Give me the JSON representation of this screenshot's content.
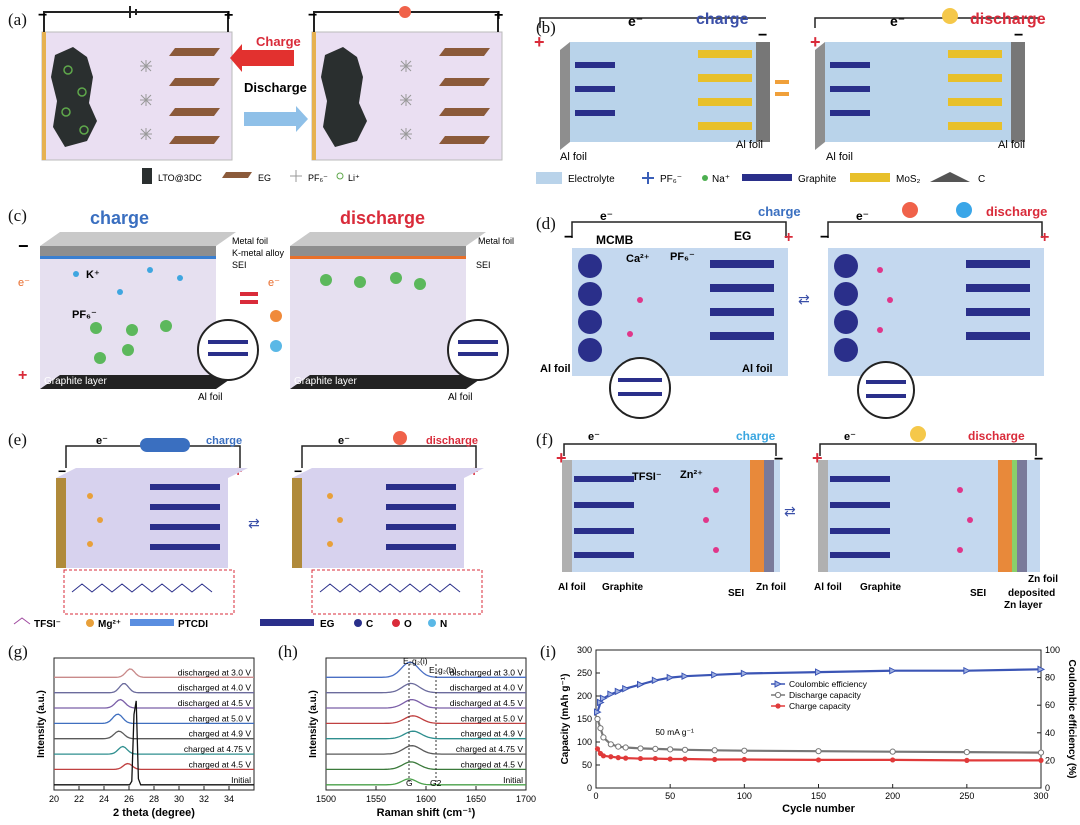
{
  "colors": {
    "cell_purple": "#e9e2f2",
    "cell_blue": "#bcd6ee",
    "cell_lavender": "#d8d2ee",
    "charge_blue": "#3a4fa8",
    "discharge_red": "#d92b3a",
    "graphite": "#2a2f8a",
    "coulombic": "#3b55b5",
    "discharge_cap": "#777777",
    "charge_cap": "#e03a3a"
  },
  "panel_a": {
    "label": "(a)",
    "charge": "Charge",
    "discharge": "Discharge",
    "legend": [
      "LTO@3DC",
      "EG",
      "PF₆⁻",
      "Li⁺"
    ]
  },
  "panel_b": {
    "label": "(b)",
    "charge": "charge",
    "discharge": "discharge",
    "electron": "e⁻",
    "foils": [
      "Al foil",
      "Al foil",
      "Al foil",
      "Al foil"
    ],
    "legend": [
      "Electrolyte",
      "PF₆⁻",
      "Na⁺",
      "Graphite",
      "MoS₂",
      "C"
    ]
  },
  "panel_c": {
    "label": "(c)",
    "charge": "charge",
    "discharge": "discharge",
    "left_labels": [
      "Metal foil",
      "K-metal alloy",
      "SEI"
    ],
    "right_labels": [
      "Metal foil",
      "SEI"
    ],
    "k_ion": "K⁺",
    "anion": "PF₆⁻",
    "graphite_layer": "Graphite layer",
    "al_foil": "Al foil",
    "electron": "e⁻"
  },
  "panel_d": {
    "label": "(d)",
    "charge": "charge",
    "discharge": "discharge",
    "electron": "e⁻",
    "mcmb": "MCMB",
    "eg": "EG",
    "ca": "Ca²⁺",
    "pf6": "PF₆⁻",
    "al_foil": "Al foil"
  },
  "panel_e": {
    "label": "(e)",
    "charge": "charge",
    "discharge": "discharge",
    "electron": "e⁻",
    "legend": [
      "TFSI⁻",
      "Mg²⁺",
      "PTCDI",
      "EG",
      "C",
      "O",
      "N"
    ]
  },
  "panel_f": {
    "label": "(f)",
    "charge": "charge",
    "discharge": "discharge",
    "electron": "e⁻",
    "tfsi": "TFSI⁻",
    "zn": "Zn²⁺",
    "bottom_left": [
      "Al foil",
      "Graphite",
      "SEI",
      "Zn foil"
    ],
    "bottom_right": [
      "Al foil",
      "Graphite",
      "SEI",
      "Zn foil",
      "deposited",
      "Zn layer"
    ]
  },
  "panel_g": {
    "label": "(g)",
    "xlabel": "2 theta (degree)",
    "ylabel": "Intensity (a.u.)"
  },
  "panel_h": {
    "label": "(h)",
    "xlabel": "Raman shift (cm⁻¹)",
    "ylabel": "Intensity (a.u.)",
    "annot_e1": "E₂g₂(i)",
    "annot_e2": "E₂g₂(b)",
    "annot_g": "G",
    "annot_g2": "G2"
  },
  "panel_i": {
    "label": "(i)",
    "xlabel": "Cycle number",
    "ylabel_left": "Capacity (mAh g⁻¹)",
    "ylabel_right": "Coulombic efficiency (%)",
    "rate_note": "50 mA g⁻¹"
  },
  "chart_data": [
    {
      "type": "line",
      "panel": "g",
      "xlabel": "2 theta (degree)",
      "ylabel": "Intensity (a.u.)",
      "xlim": [
        20,
        36
      ],
      "xticks": [
        20,
        22,
        24,
        26,
        28,
        30,
        32,
        34
      ],
      "series": [
        {
          "name": "discharged at 3.0 V",
          "color": "#c98a8a",
          "peak_x": 26.1,
          "peak_height": 0.5,
          "width": 0.5
        },
        {
          "name": "discharged at 4.0 V",
          "color": "#6b6b9c",
          "peak_x": 25.6,
          "peak_height": 0.55,
          "width": 0.5
        },
        {
          "name": "discharged at 4.5 V",
          "color": "#7b5fa8",
          "peak_x": 25.3,
          "peak_height": 0.5,
          "width": 0.55
        },
        {
          "name": "charged at 5.0 V",
          "color": "#3f6fbf",
          "peak_x": 25.1,
          "peak_height": 0.55,
          "width": 0.55
        },
        {
          "name": "charged at 4.9 V",
          "color": "#5a5a5a",
          "peak_x": 25.2,
          "peak_height": 0.45,
          "width": 0.55
        },
        {
          "name": "charged at 4.75 V",
          "color": "#2f8f8f",
          "peak_x": 25.5,
          "peak_height": 0.45,
          "width": 0.5
        },
        {
          "name": "charged at 4.5 V",
          "color": "#c04040",
          "peak_x": 25.9,
          "peak_height": 0.35,
          "width": 0.5
        },
        {
          "name": "Initial",
          "color": "#111111",
          "peak_x": 26.5,
          "peak_height": 6.5,
          "width": 0.15
        }
      ]
    },
    {
      "type": "line",
      "panel": "h",
      "xlabel": "Raman shift (cm⁻¹)",
      "ylabel": "Intensity (a.u.)",
      "xlim": [
        1500,
        1700
      ],
      "xticks": [
        1500,
        1550,
        1600,
        1650,
        1700
      ],
      "series": [
        {
          "name": "discharged at 3.0 V",
          "color": "#4a6fc4",
          "peak_x": 1584,
          "peak_height": 0.9,
          "width": 12
        },
        {
          "name": "discharged at 4.0 V",
          "color": "#6b6b9c",
          "peak_x": 1585,
          "peak_height": 0.55,
          "width": 12
        },
        {
          "name": "discharged at 4.5 V",
          "color": "#7b5fa8",
          "peak_x": 1586,
          "peak_height": 0.5,
          "width": 12
        },
        {
          "name": "charged at 5.0 V",
          "color": "#c04040",
          "peak_x": 1587,
          "peak_height": 0.45,
          "width": 12
        },
        {
          "name": "charged at 4.9 V",
          "color": "#2f8f8f",
          "peak_x": 1587,
          "peak_height": 0.45,
          "width": 12
        },
        {
          "name": "charged at 4.75 V",
          "color": "#5a5a5a",
          "peak_x": 1586,
          "peak_height": 0.5,
          "width": 12
        },
        {
          "name": "charged at 4.5 V",
          "color": "#3b7a3b",
          "peak_x": 1585,
          "peak_height": 0.45,
          "width": 12
        },
        {
          "name": "Initial",
          "color": "#4aa04a",
          "peak_x": 1583,
          "peak_height": 0.35,
          "width": 10
        }
      ]
    },
    {
      "type": "scatter",
      "panel": "i",
      "xlabel": "Cycle number",
      "ylabel": "Capacity (mAh g⁻¹)",
      "y2label": "Coulombic efficiency (%)",
      "xlim": [
        0,
        300
      ],
      "ylim": [
        0,
        300
      ],
      "y2lim": [
        0,
        100
      ],
      "xticks": [
        0,
        50,
        100,
        150,
        200,
        250,
        300
      ],
      "yticks": [
        0,
        50,
        100,
        150,
        200,
        250,
        300
      ],
      "y2ticks": [
        0,
        20,
        40,
        60,
        80,
        100
      ],
      "legend_position": "center",
      "series": [
        {
          "name": "Coulombic efficiency",
          "axis": "right",
          "color": "#3b55b5",
          "x": [
            1,
            3,
            5,
            10,
            15,
            20,
            30,
            40,
            50,
            60,
            80,
            100,
            150,
            200,
            250,
            300
          ],
          "y": [
            55,
            62,
            65,
            68,
            70,
            72,
            75,
            78,
            80,
            81,
            82,
            83,
            84,
            85,
            85,
            86
          ]
        },
        {
          "name": "Discharge capacity",
          "axis": "left",
          "color": "#777777",
          "x": [
            1,
            3,
            5,
            10,
            15,
            20,
            30,
            40,
            50,
            60,
            80,
            100,
            150,
            200,
            250,
            300
          ],
          "y": [
            150,
            130,
            110,
            95,
            90,
            88,
            86,
            85,
            84,
            83,
            82,
            81,
            80,
            79,
            78,
            77
          ]
        },
        {
          "name": "Charge capacity",
          "axis": "left",
          "color": "#e03a3a",
          "x": [
            1,
            3,
            5,
            10,
            15,
            20,
            30,
            40,
            50,
            60,
            80,
            100,
            150,
            200,
            250,
            300
          ],
          "y": [
            85,
            75,
            70,
            68,
            66,
            65,
            64,
            64,
            63,
            63,
            62,
            62,
            61,
            61,
            60,
            60
          ]
        }
      ]
    }
  ]
}
